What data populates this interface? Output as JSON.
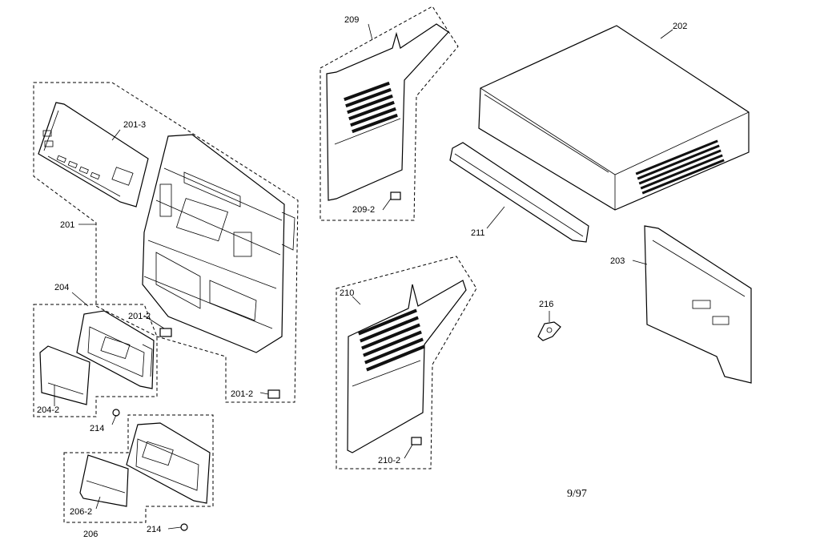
{
  "diagram": {
    "labels": {
      "p201_3": "201-3",
      "p201": "201",
      "p201_2a": "201-2",
      "p201_2b": "201-2",
      "p204": "204",
      "p204_2": "204-2",
      "p214a": "214",
      "p214b": "214",
      "p206_2": "206-2",
      "p206": "206",
      "p209": "209",
      "p209_2": "209-2",
      "p202": "202",
      "p211": "211",
      "p203": "203",
      "p210": "210",
      "p210_2": "210-2",
      "p216": "216"
    },
    "date_code": "9/97"
  }
}
